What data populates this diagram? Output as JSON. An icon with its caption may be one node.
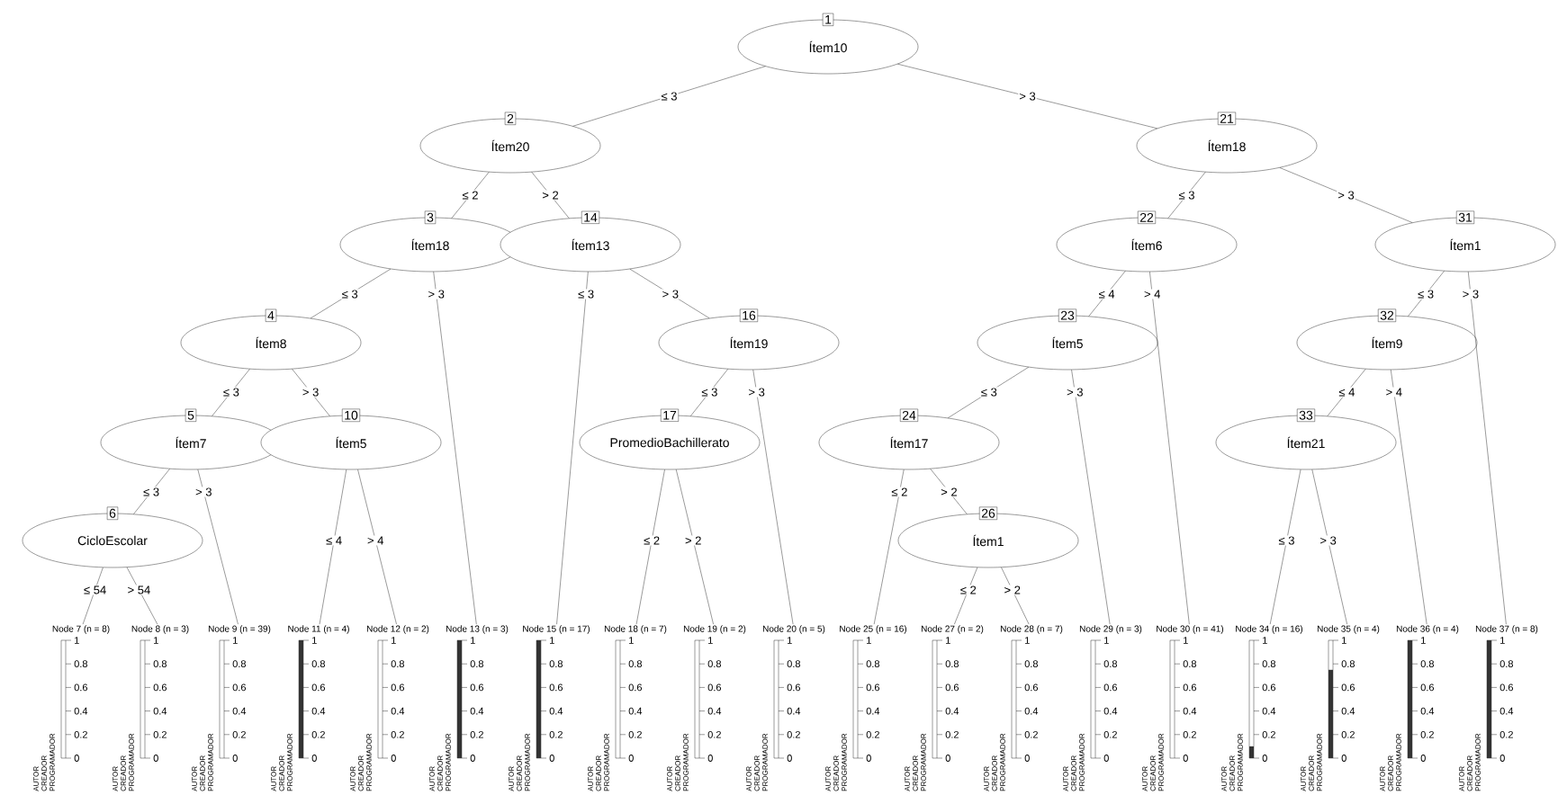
{
  "diagram": {
    "nodes": [
      {
        "text": [
          "1",
          "Ítem10"
        ]
      },
      {
        "text": [
          "2",
          "Ítem20"
        ]
      },
      {
        "text": [
          "3",
          "Ítem18"
        ]
      },
      {
        "text": [
          "4",
          "Ítem8"
        ]
      },
      {
        "text": [
          "5",
          "Ítem7"
        ]
      },
      {
        "text": [
          "6",
          "CicloEscolar"
        ]
      },
      {
        "text": [
          "Node 7 (n = 8)"
        ],
        "beside": [
          "AUTOR",
          "CREADOR",
          "PROGRAMADOR",
          "1",
          "0.8",
          "0.6",
          "0.4",
          "0.2",
          "0"
        ]
      },
      {
        "text": [
          "Node 8 (n = 3)"
        ],
        "beside": [
          "AUTOR",
          "CREADOR",
          "PROGRAMADOR",
          "1",
          "0.8",
          "0.6",
          "0.4",
          "0.2",
          "0"
        ]
      },
      {
        "text": [
          "Node 9 (n = 39)"
        ],
        "beside": [
          "AUTOR",
          "CREADOR",
          "PROGRAMADOR",
          "1",
          "0.8",
          "0.6",
          "0.4",
          "0.2",
          "0"
        ]
      },
      {
        "text": [
          "10",
          "Ítem5"
        ]
      },
      {
        "text": [
          "Node 11 (n = 4)"
        ],
        "beside": [
          "AUTOR",
          "CREADOR",
          "PROGRAMADOR",
          "1",
          "0.8",
          "0.6",
          "0.4",
          "0.2",
          "0"
        ]
      },
      {
        "text": [
          "Node 12 (n = 2)"
        ],
        "beside": [
          "AUTOR",
          "CREADOR",
          "PROGRAMADOR",
          "1",
          "0.8",
          "0.6",
          "0.4",
          "0.2",
          "0"
        ]
      },
      {
        "text": [
          "Node 13 (n = 3)"
        ],
        "beside": [
          "AUTOR",
          "CREADOR",
          "PROGRAMADOR",
          "1",
          "0.8",
          "0.6",
          "0.4",
          "0.2",
          "0"
        ]
      },
      {
        "text": [
          "14",
          "Ítem13"
        ]
      },
      {
        "text": [
          "Node 15 (n = 17)"
        ],
        "beside": [
          "AUTOR",
          "CREADOR",
          "PROGRAMADOR",
          "1",
          "0.8",
          "0.6",
          "0.4",
          "0.2",
          "0"
        ]
      },
      {
        "text": [
          "16",
          "Ítem19"
        ]
      },
      {
        "text": [
          "17",
          "PromedioBachillerato"
        ]
      },
      {
        "text": [
          "Node 18 (n = 7)"
        ],
        "beside": [
          "AUTOR",
          "CREADOR",
          "PROGRAMADOR",
          "1",
          "0.8",
          "0.6",
          "0.4",
          "0.2",
          "0"
        ]
      },
      {
        "text": [
          "Node 19 (n = 2)"
        ],
        "beside": [
          "AUTOR",
          "CREADOR",
          "PROGRAMADOR",
          "1",
          "0.8",
          "0.6",
          "0.4",
          "0.2",
          "0"
        ]
      },
      {
        "text": [
          "Node 20 (n = 5)"
        ],
        "beside": [
          "AUTOR",
          "CREADOR",
          "PROGRAMADOR",
          "1",
          "0.8",
          "0.6",
          "0.4",
          "0.2",
          "0"
        ]
      },
      {
        "text": [
          "21",
          "Ítem18"
        ]
      },
      {
        "text": [
          "22",
          "Ítem6"
        ]
      },
      {
        "text": [
          "23",
          "Ítem5"
        ]
      },
      {
        "text": [
          "24",
          "Ítem17"
        ]
      },
      {
        "text": [
          "Node 25 (n = 16)"
        ],
        "beside": [
          "AUTOR",
          "CREADOR",
          "PROGRAMADOR",
          "1",
          "0.8",
          "0.6",
          "0.4",
          "0.2",
          "0"
        ]
      },
      {
        "text": [
          "26",
          "Ítem1"
        ]
      },
      {
        "text": [
          "Node 27 (n = 2)"
        ],
        "beside": [
          "AUTOR",
          "CREADOR",
          "PROGRAMADOR",
          "1",
          "0.8",
          "0.6",
          "0.4",
          "0.2",
          "0"
        ]
      },
      {
        "text": [
          "Node 28 (n = 7)"
        ],
        "beside": [
          "AUTOR",
          "CREADOR",
          "PROGRAMADOR",
          "1",
          "0.8",
          "0.6",
          "0.4",
          "0.2",
          "0"
        ]
      },
      {
        "text": [
          "Node 29 (n = 3)"
        ],
        "beside": [
          "AUTOR",
          "CREADOR",
          "PROGRAMADOR",
          "1",
          "0.8",
          "0.6",
          "0.4",
          "0.2",
          "0"
        ]
      },
      {
        "text": [
          "Node 30 (n = 41)"
        ],
        "beside": [
          "AUTOR",
          "CREADOR",
          "PROGRAMADOR",
          "1",
          "0.8",
          "0.6",
          "0.4",
          "0.2",
          "0"
        ]
      },
      {
        "text": [
          "31",
          "Ítem1"
        ]
      },
      {
        "text": [
          "32",
          "Ítem9"
        ]
      },
      {
        "text": [
          "33",
          "Ítem21"
        ]
      },
      {
        "text": [
          "Node 34 (n = 16)"
        ],
        "beside": [
          "AUTOR",
          "CREADOR",
          "PROGRAMADOR",
          "1",
          "0.8",
          "0.6",
          "0.4",
          "0.2",
          "0"
        ]
      },
      {
        "text": [
          "Node 35 (n = 4)"
        ],
        "beside": [
          "AUTOR",
          "CREADOR",
          "PROGRAMADOR",
          "1",
          "0.8",
          "0.6",
          "0.4",
          "0.2",
          "0"
        ]
      },
      {
        "text": [
          "Node 36 (n = 4)"
        ],
        "beside": [
          "AUTOR",
          "CREADOR",
          "PROGRAMADOR",
          "1",
          "0.8",
          "0.6",
          "0.4",
          "0.2",
          "0"
        ]
      },
      {
        "text": [
          "Node 37 (n = 8)"
        ],
        "beside": [
          "AUTOR",
          "CREADOR",
          "PROGRAMADOR",
          "1",
          "0.8",
          "0.6",
          "0.4",
          "0.2",
          "0"
        ]
      }
    ],
    "edges": [
      {
        "from": 0,
        "to": 1,
        "arrow": "none",
        "label": "≤ 3"
      },
      {
        "from": 0,
        "to": 20,
        "arrow": "none",
        "label": "> 3"
      },
      {
        "from": 1,
        "to": 2,
        "arrow": "none",
        "label": "≤ 2"
      },
      {
        "from": 1,
        "to": 13,
        "arrow": "none",
        "label": "> 2"
      },
      {
        "from": 2,
        "to": 3,
        "arrow": "none",
        "label": "≤ 3"
      },
      {
        "from": 2,
        "to": 12,
        "arrow": "none",
        "label": "> 3"
      },
      {
        "from": 3,
        "to": 4,
        "arrow": "none",
        "label": "≤ 3"
      },
      {
        "from": 3,
        "to": 9,
        "arrow": "none",
        "label": "> 3"
      },
      {
        "from": 4,
        "to": 5,
        "arrow": "none",
        "label": "≤ 3"
      },
      {
        "from": 4,
        "to": 8,
        "arrow": "none",
        "label": "> 3"
      },
      {
        "from": 5,
        "to": 6,
        "arrow": "none",
        "label": "≤ 54"
      },
      {
        "from": 5,
        "to": 7,
        "arrow": "none",
        "label": "> 54"
      },
      {
        "from": 9,
        "to": 10,
        "arrow": "none",
        "label": "≤ 4"
      },
      {
        "from": 9,
        "to": 11,
        "arrow": "none",
        "label": "> 4"
      },
      {
        "from": 13,
        "to": 14,
        "arrow": "none",
        "label": "≤ 3"
      },
      {
        "from": 13,
        "to": 15,
        "arrow": "none",
        "label": "> 3"
      },
      {
        "from": 15,
        "to": 16,
        "arrow": "none",
        "label": "≤ 3"
      },
      {
        "from": 15,
        "to": 19,
        "arrow": "none",
        "label": "> 3"
      },
      {
        "from": 16,
        "to": 17,
        "arrow": "none",
        "label": "≤ 2"
      },
      {
        "from": 16,
        "to": 18,
        "arrow": "none",
        "label": "> 2"
      },
      {
        "from": 20,
        "to": 21,
        "arrow": "none",
        "label": "≤ 3"
      },
      {
        "from": 20,
        "to": 30,
        "arrow": "none",
        "label": "> 3"
      },
      {
        "from": 21,
        "to": 22,
        "arrow": "none",
        "label": "≤ 4"
      },
      {
        "from": 21,
        "to": 29,
        "arrow": "none",
        "label": "> 4"
      },
      {
        "from": 22,
        "to": 23,
        "arrow": "none",
        "label": "≤ 3"
      },
      {
        "from": 22,
        "to": 28,
        "arrow": "none",
        "label": "> 3"
      },
      {
        "from": 23,
        "to": 24,
        "arrow": "none",
        "label": "≤ 2"
      },
      {
        "from": 23,
        "to": 25,
        "arrow": "none",
        "label": "> 2"
      },
      {
        "from": 25,
        "to": 26,
        "arrow": "none",
        "label": "≤ 2"
      },
      {
        "from": 25,
        "to": 27,
        "arrow": "none",
        "label": "> 2"
      },
      {
        "from": 30,
        "to": 31,
        "arrow": "none",
        "label": "≤ 3"
      },
      {
        "from": 30,
        "to": 36,
        "arrow": "none",
        "label": "> 3"
      },
      {
        "from": 31,
        "to": 32,
        "arrow": "none",
        "label": "≤ 4"
      },
      {
        "from": 31,
        "to": 35,
        "arrow": "none",
        "label": "> 4"
      },
      {
        "from": 32,
        "to": 33,
        "arrow": "none",
        "label": "≤ 3"
      },
      {
        "from": 32,
        "to": 34,
        "arrow": "none",
        "label": "> 3"
      }
    ]
  }
}
